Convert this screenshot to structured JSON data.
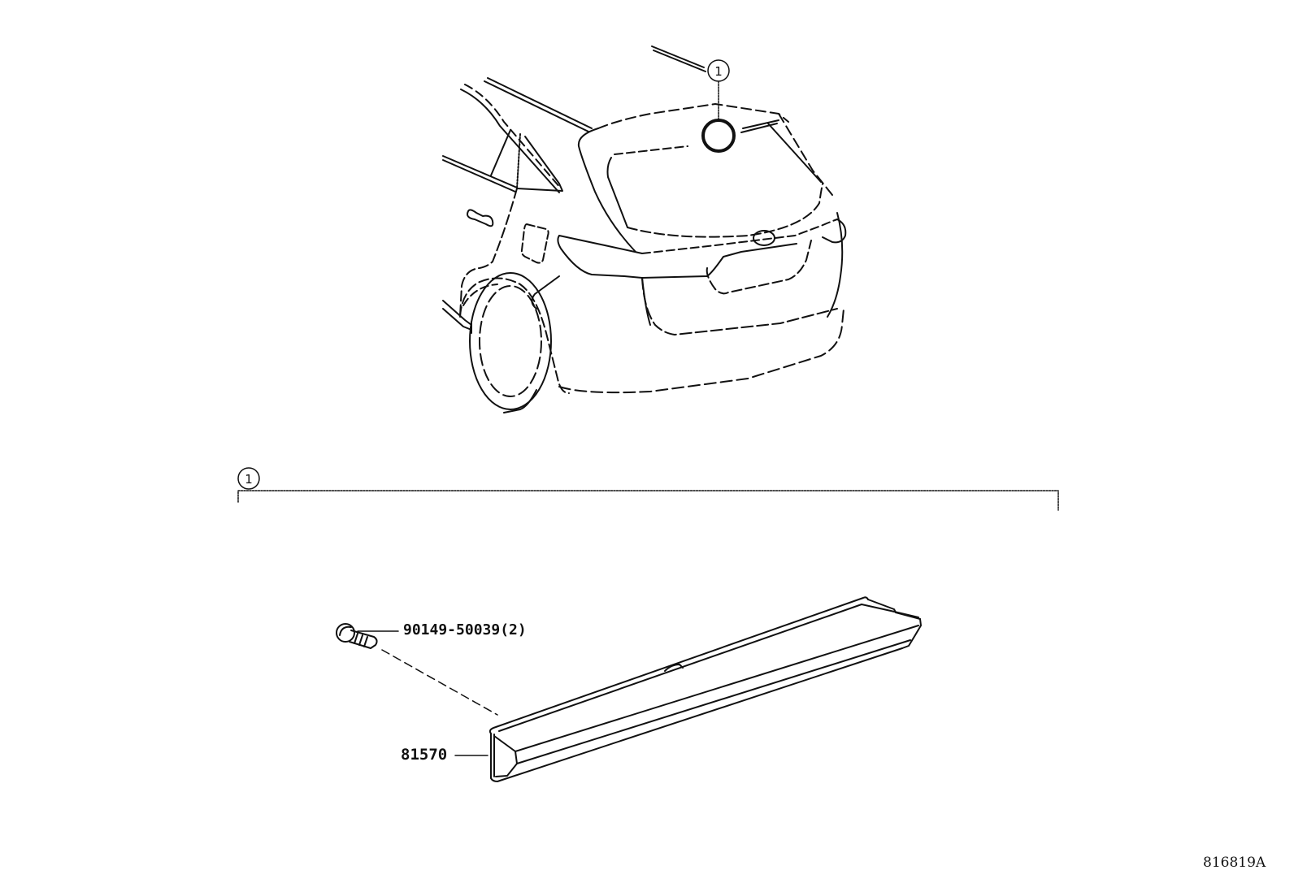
{
  "diagram": {
    "figure_id": "816819A",
    "callouts": [
      {
        "id": "1",
        "label": "1",
        "location": "vehicle-rear-roof-spoiler",
        "description": "High mount stop lamp location on vehicle"
      },
      {
        "id": "1-group",
        "label": "1",
        "location": "exploded-view-bracket",
        "description": "Exploded view group for callout 1"
      }
    ],
    "parts": [
      {
        "part_number": "90149-50039",
        "quantity": "(2)",
        "display": "90149-50039(2)",
        "component": "screw"
      },
      {
        "part_number": "81570",
        "display": "81570",
        "component": "high-mount-stop-lamp"
      }
    ],
    "colors": {
      "line": "#111111",
      "background": "#ffffff"
    }
  }
}
